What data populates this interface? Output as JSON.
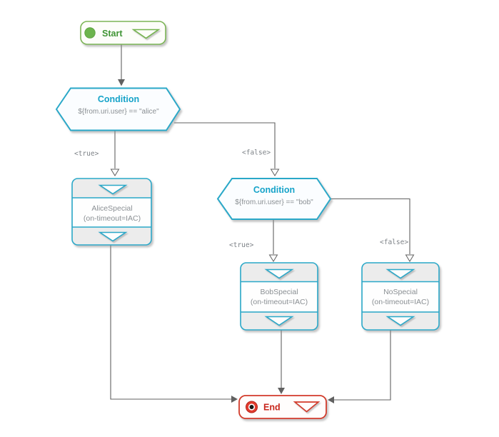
{
  "diagram": {
    "start": {
      "label": "Start"
    },
    "condition_alice": {
      "title": "Condition",
      "expression": "${from.uri.user} == \"alice\""
    },
    "condition_bob": {
      "title": "Condition",
      "expression": "${from.uri.user} == \"bob\""
    },
    "task_alice": {
      "name": "AliceSpecial",
      "param": "(on-timeout=IAC)"
    },
    "task_bob": {
      "name": "BobSpecial",
      "param": "(on-timeout=IAC)"
    },
    "task_none": {
      "name": "NoSpecial",
      "param": "(on-timeout=IAC)"
    },
    "end": {
      "label": "End"
    },
    "labels": {
      "true1": "<true>",
      "false1": "<false>",
      "true2": "<true>",
      "false2": "<false>"
    },
    "colors": {
      "condition_accent": "#29a8c8",
      "condition_title": "#17a3c9",
      "start_accent": "#74b44e",
      "start_text": "#3f9434",
      "end_accent": "#d23a2a",
      "end_text": "#c8281b",
      "connector": "#616161",
      "muted_text": "#8a8f93",
      "section_fill": "#ececec"
    }
  }
}
